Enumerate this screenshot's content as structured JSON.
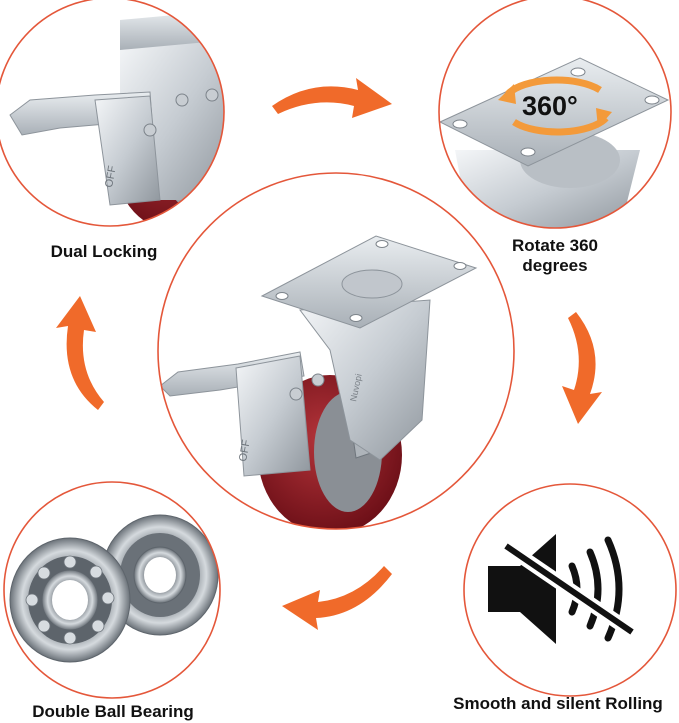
{
  "features": {
    "dual_locking": {
      "label": "Dual Locking",
      "badge_text": "OFF"
    },
    "rotate": {
      "label_line1": "Rotate 360",
      "label_line2": "degrees",
      "badge_text": "360°"
    },
    "smooth": {
      "label": "Smooth and silent Rolling"
    },
    "bearing": {
      "label": "Double Ball Bearing"
    }
  },
  "center": {
    "pedal_text": "OFF",
    "brand_text": "Nuvopi"
  },
  "colors": {
    "ring": "#e4573a",
    "arrow": "#f06a2a",
    "wheel_red": "#8e1d24",
    "hub_grey": "#8a8f95",
    "metal": "#c9ced3"
  },
  "icons": [
    "mute-speaker-icon",
    "rotation-arrow-icon",
    "cycle-arrow-icon"
  ]
}
